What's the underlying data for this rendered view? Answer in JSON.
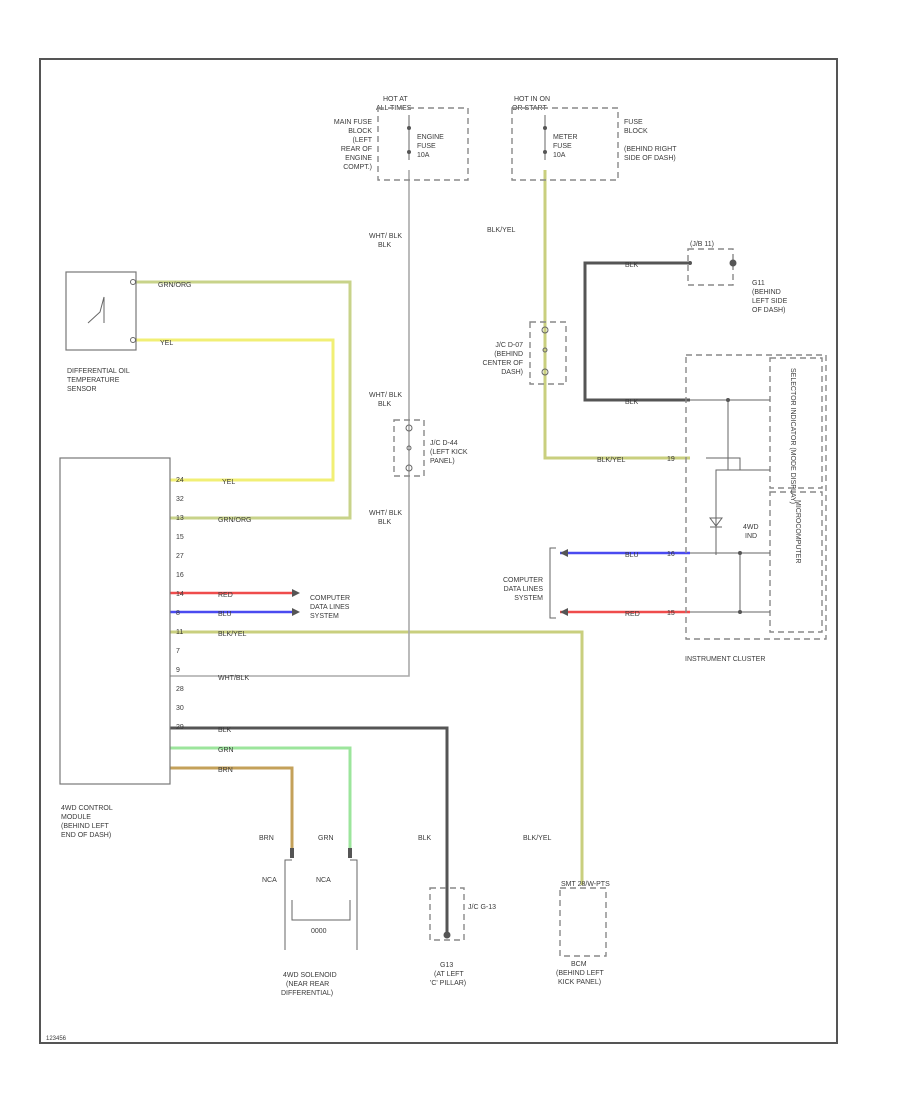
{
  "components": {
    "main_fuse_block": {
      "header_1": "HOT AT",
      "header_2": "ALL TIMES",
      "label": [
        "MAIN FUSE",
        "BLOCK",
        "(LEFT",
        "REAR OF",
        "ENGINE",
        "COMPT.)"
      ],
      "fuse": [
        "ENGINE",
        "FUSE",
        "10A"
      ]
    },
    "fuse_block": {
      "header_1": "HOT IN ON",
      "header_2": "OR START",
      "label": [
        "FUSE",
        "BLOCK",
        "(BEHIND RIGHT",
        "SIDE OF DASH)"
      ],
      "fuse": [
        "METER",
        "FUSE",
        "10A"
      ]
    },
    "ground_g11": {
      "label": [
        "G11",
        "(BEHIND",
        "LEFT SIDE",
        "OF DASH)"
      ],
      "connector": "(J/B 11)"
    },
    "diff_oil_sensor": {
      "label": [
        "DIFFERENTIAL OIL",
        "TEMPERATURE",
        "SENSOR"
      ]
    },
    "jc_d07": {
      "label": [
        "J/C D-07",
        "(BEHIND",
        "CENTER OF",
        "DASH)"
      ]
    },
    "jc_d44": {
      "label": [
        "J/C D-44",
        "(LEFT KICK",
        "PANEL)"
      ]
    },
    "control_module": {
      "label": [
        "4WD CONTROL",
        "MODULE",
        "(BEHIND LEFT",
        "END OF DASH)"
      ]
    },
    "instrument_cluster": {
      "label": "INSTRUMENT CLUSTER",
      "selector": "SELECTOR INDICATOR (MODE DISPLAY)",
      "micro": "MICROCOMPUTER",
      "indicator": [
        "4WD",
        "IND"
      ]
    },
    "computer_data_left": {
      "label": [
        "COMPUTER",
        "DATA LINES",
        "SYSTEM"
      ]
    },
    "computer_data_right": {
      "label": [
        "COMPUTER",
        "DATA LINES",
        "SYSTEM"
      ]
    },
    "solenoid": {
      "label": [
        "4WD SOLENOID",
        "(NEAR REAR",
        "DIFFERENTIAL)"
      ],
      "pin_left": "NCA",
      "pin_right": "NCA",
      "body": "0000"
    },
    "ground_g13": {
      "label": [
        "G13",
        "(AT LEFT",
        "'C' PILLAR)"
      ],
      "connector": "J/C G-13"
    },
    "bcm": {
      "label": [
        "BCM",
        "(BEHIND LEFT",
        "KICK PANEL)"
      ],
      "connector": "SMT 28/W-PTS"
    }
  },
  "wires": {
    "ggr_1": "GRN/ORG",
    "yel_1": "YEL",
    "wht_blk_1": "WHT/ BLK",
    "wht_blk_2": "WHT/ BLK",
    "wht_blk_3": "WHT/ BLK",
    "blk_yel_1": "BLK/YEL",
    "blk_yel_2": "BLK/YEL",
    "blk_yel_3": "BLK/YEL",
    "blk_top": "BLK",
    "blk_cluster": "BLK",
    "blu_cluster": "BLU",
    "red_cluster": "RED",
    "yel_2": "YEL",
    "ggr_2": "GRN/ORG",
    "red_mod": "RED",
    "blu_mod": "BLU",
    "byl_mod": "BLK/YEL",
    "wht_mod": "WHT/BLK",
    "blk_mod": "BLK",
    "grn_mod": "GRN",
    "brn_mod": "BRN",
    "brn_down": "BRN",
    "grn_down": "GRN",
    "blk_down": "BLK",
    "byl_down": "BLK/YEL"
  },
  "pins": [
    "24",
    "32",
    "13",
    "15",
    "27",
    "16",
    "14",
    "8",
    "11",
    "7",
    "9",
    "28",
    "30",
    "29"
  ],
  "cluster_pins": {
    "byl": "19",
    "blu": "16",
    "red": "15"
  },
  "footer_code": "123456"
}
